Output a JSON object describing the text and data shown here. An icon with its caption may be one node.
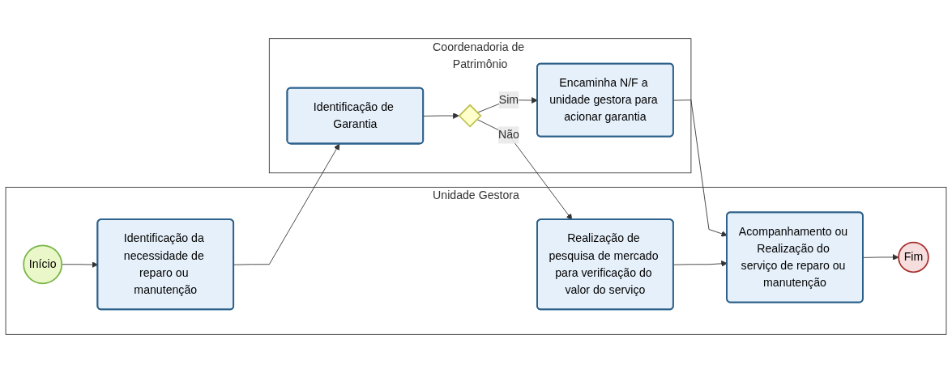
{
  "diagram": {
    "nodes": [
      {
        "text": [
          "Coordenadoria de Patrimônio"
        ]
      },
      {
        "text": [
          "Identificação de Garantia"
        ],
        "in": 0
      },
      {
        "text": [],
        "shape": "diamond",
        "in": 0
      },
      {
        "text": [
          "Encaminha N/F a unidade gestora para acionar garantia"
        ],
        "in": 0
      },
      {
        "text": [
          "Unidade Gestora"
        ]
      },
      {
        "text": [
          "Início"
        ],
        "in": 4
      },
      {
        "text": [
          "Identificação da necessidade de reparo ou manutenção"
        ],
        "in": 4
      },
      {
        "text": [
          "Realização de pesquisa de mercado para verificação do valor do serviço"
        ],
        "in": 4
      },
      {
        "text": [
          "Acompanhamento ou Realização do serviço de reparo ou manutenção"
        ],
        "in": 4
      },
      {
        "text": [
          "Fim"
        ],
        "in": 4
      }
    ],
    "edges": [
      {
        "from": 5,
        "to": 6,
        "arrow": "to"
      },
      {
        "from": 6,
        "to": 1,
        "arrow": "to"
      },
      {
        "from": 1,
        "to": 2,
        "arrow": "to"
      },
      {
        "from": 2,
        "to": 3,
        "label": "Sim",
        "arrow": "to"
      },
      {
        "from": 2,
        "to": 7,
        "label": "Não",
        "arrow": "to"
      },
      {
        "from": 3,
        "to": 8,
        "arrow": "to"
      },
      {
        "from": 7,
        "to": 8,
        "arrow": "to"
      },
      {
        "from": 8,
        "to": 9,
        "arrow": "to"
      }
    ]
  }
}
